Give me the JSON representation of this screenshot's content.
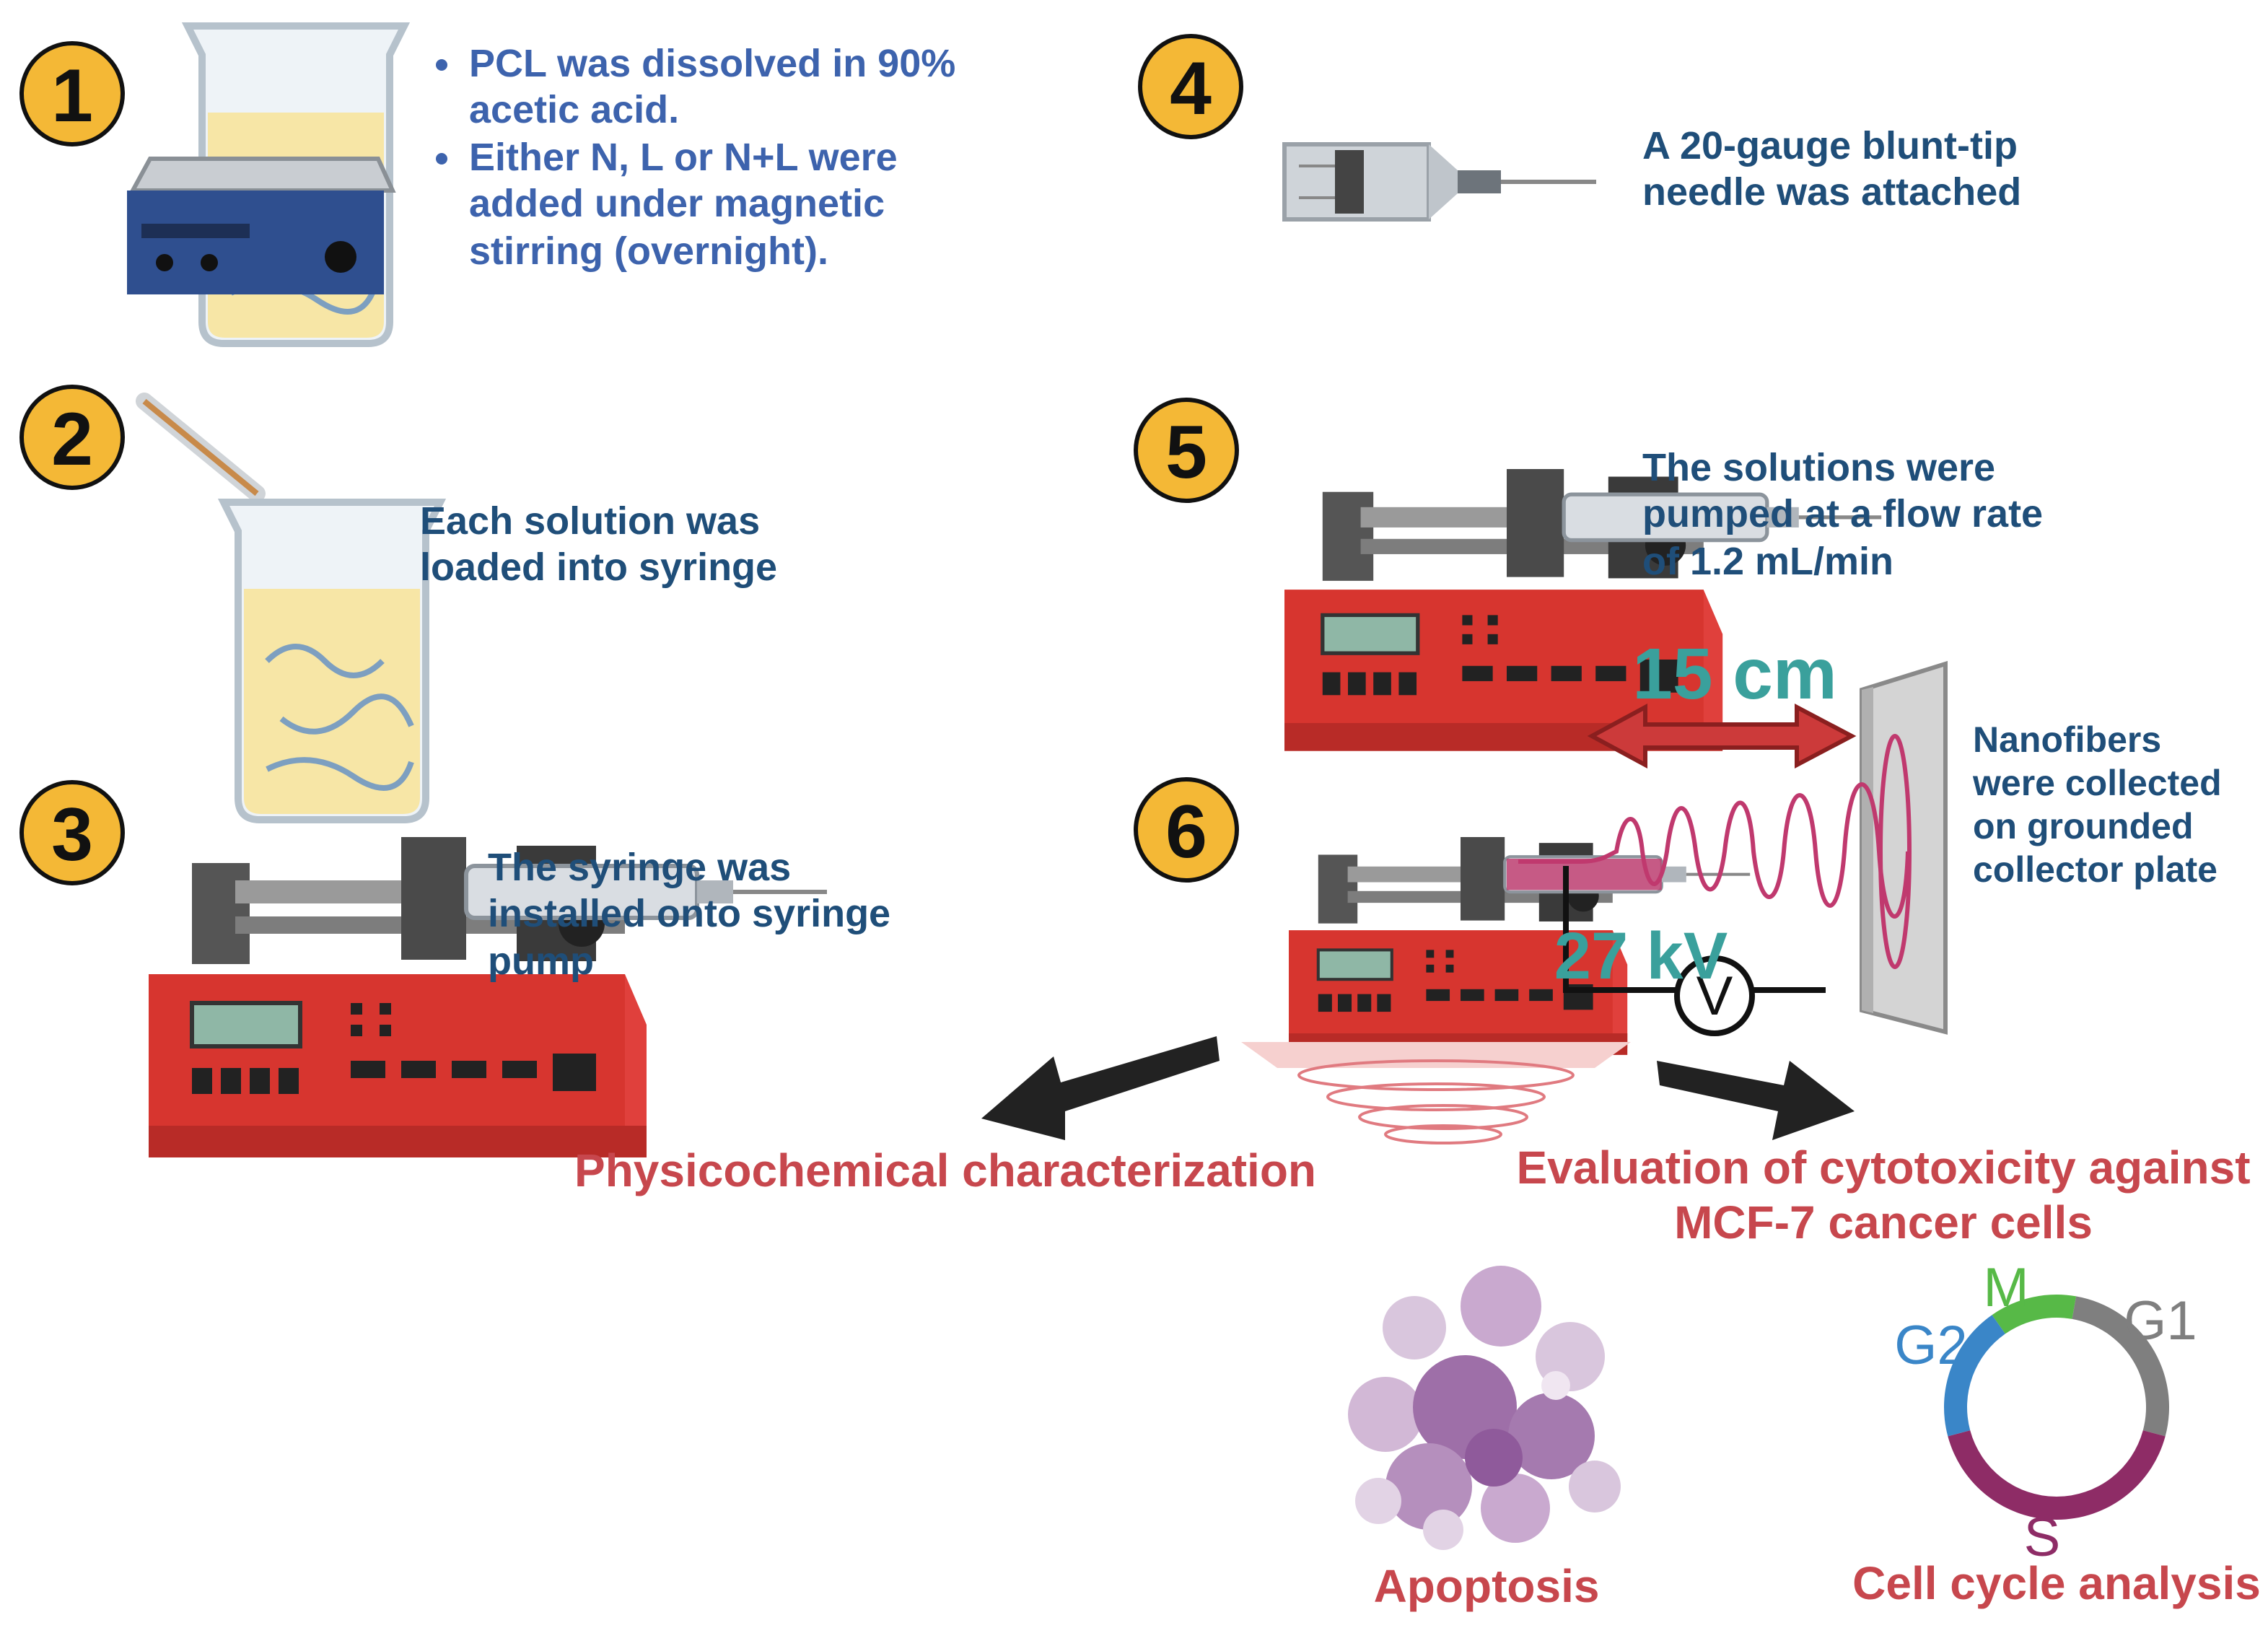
{
  "steps": [
    {
      "num": "1",
      "lines": [
        "PCL was dissolved in 90% acetic acid.",
        "Either N, L or N+L were added under magnetic stirring (overnight)."
      ]
    },
    {
      "num": "2",
      "text": "Each solution was loaded into syringe"
    },
    {
      "num": "3",
      "text": "The syringe was installed onto syringe pump"
    },
    {
      "num": "4",
      "text": "A 20-gauge blunt-tip needle was attached"
    },
    {
      "num": "5",
      "text": "The solutions were pumped at a flow rate of 1.2 mL/min"
    },
    {
      "num": "6",
      "text": "Nanofibers were collected on grounded collector plate"
    }
  ],
  "setup": {
    "distance": "15 cm",
    "voltage": "27 kV",
    "voltmeter_symbol": "V"
  },
  "outcomes": {
    "left": "Physicochemical characterization",
    "right": "Evaluation of cytotoxicity against MCF-7 cancer cells",
    "apoptosis": "Apoptosis",
    "cell_cycle": "Cell cycle analysis"
  },
  "cell_cycle_phases": {
    "g1": "G1",
    "s": "S",
    "g2": "G2",
    "m": "M"
  },
  "colors": {
    "badge": "#f4b836",
    "pump": "#e0403c",
    "arrow_red": "#cc3a3a",
    "coil": "#c0396e",
    "g1": "#7f7f7f",
    "s": "#8e2c66",
    "g2": "#3a86c8",
    "m": "#57b947"
  }
}
